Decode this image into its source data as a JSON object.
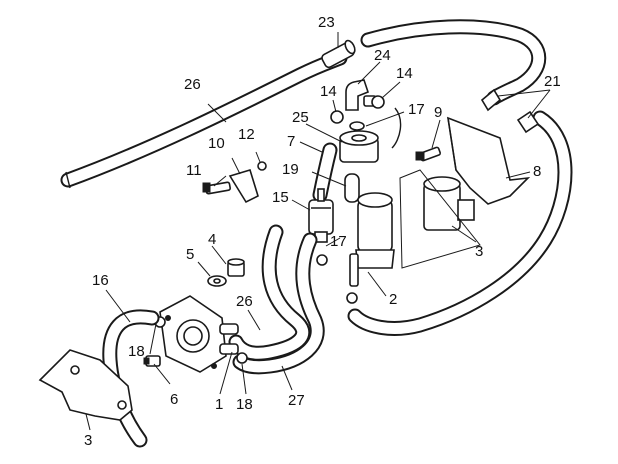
{
  "callouts": [
    {
      "label": "1"
    },
    {
      "label": "2"
    },
    {
      "label": "3"
    },
    {
      "label": "3"
    },
    {
      "label": "4"
    },
    {
      "label": "5"
    },
    {
      "label": "6"
    },
    {
      "label": "7"
    },
    {
      "label": "8"
    },
    {
      "label": "9"
    },
    {
      "label": "10"
    },
    {
      "label": "11"
    },
    {
      "label": "12"
    },
    {
      "label": "14"
    },
    {
      "label": "14"
    },
    {
      "label": "15"
    },
    {
      "label": "16"
    },
    {
      "label": "17"
    },
    {
      "label": "17"
    },
    {
      "label": "18"
    },
    {
      "label": "18"
    },
    {
      "label": "19"
    },
    {
      "label": "21"
    },
    {
      "label": "23"
    },
    {
      "label": "24"
    },
    {
      "label": "25"
    },
    {
      "label": "26"
    },
    {
      "label": "26"
    },
    {
      "label": "27"
    }
  ]
}
